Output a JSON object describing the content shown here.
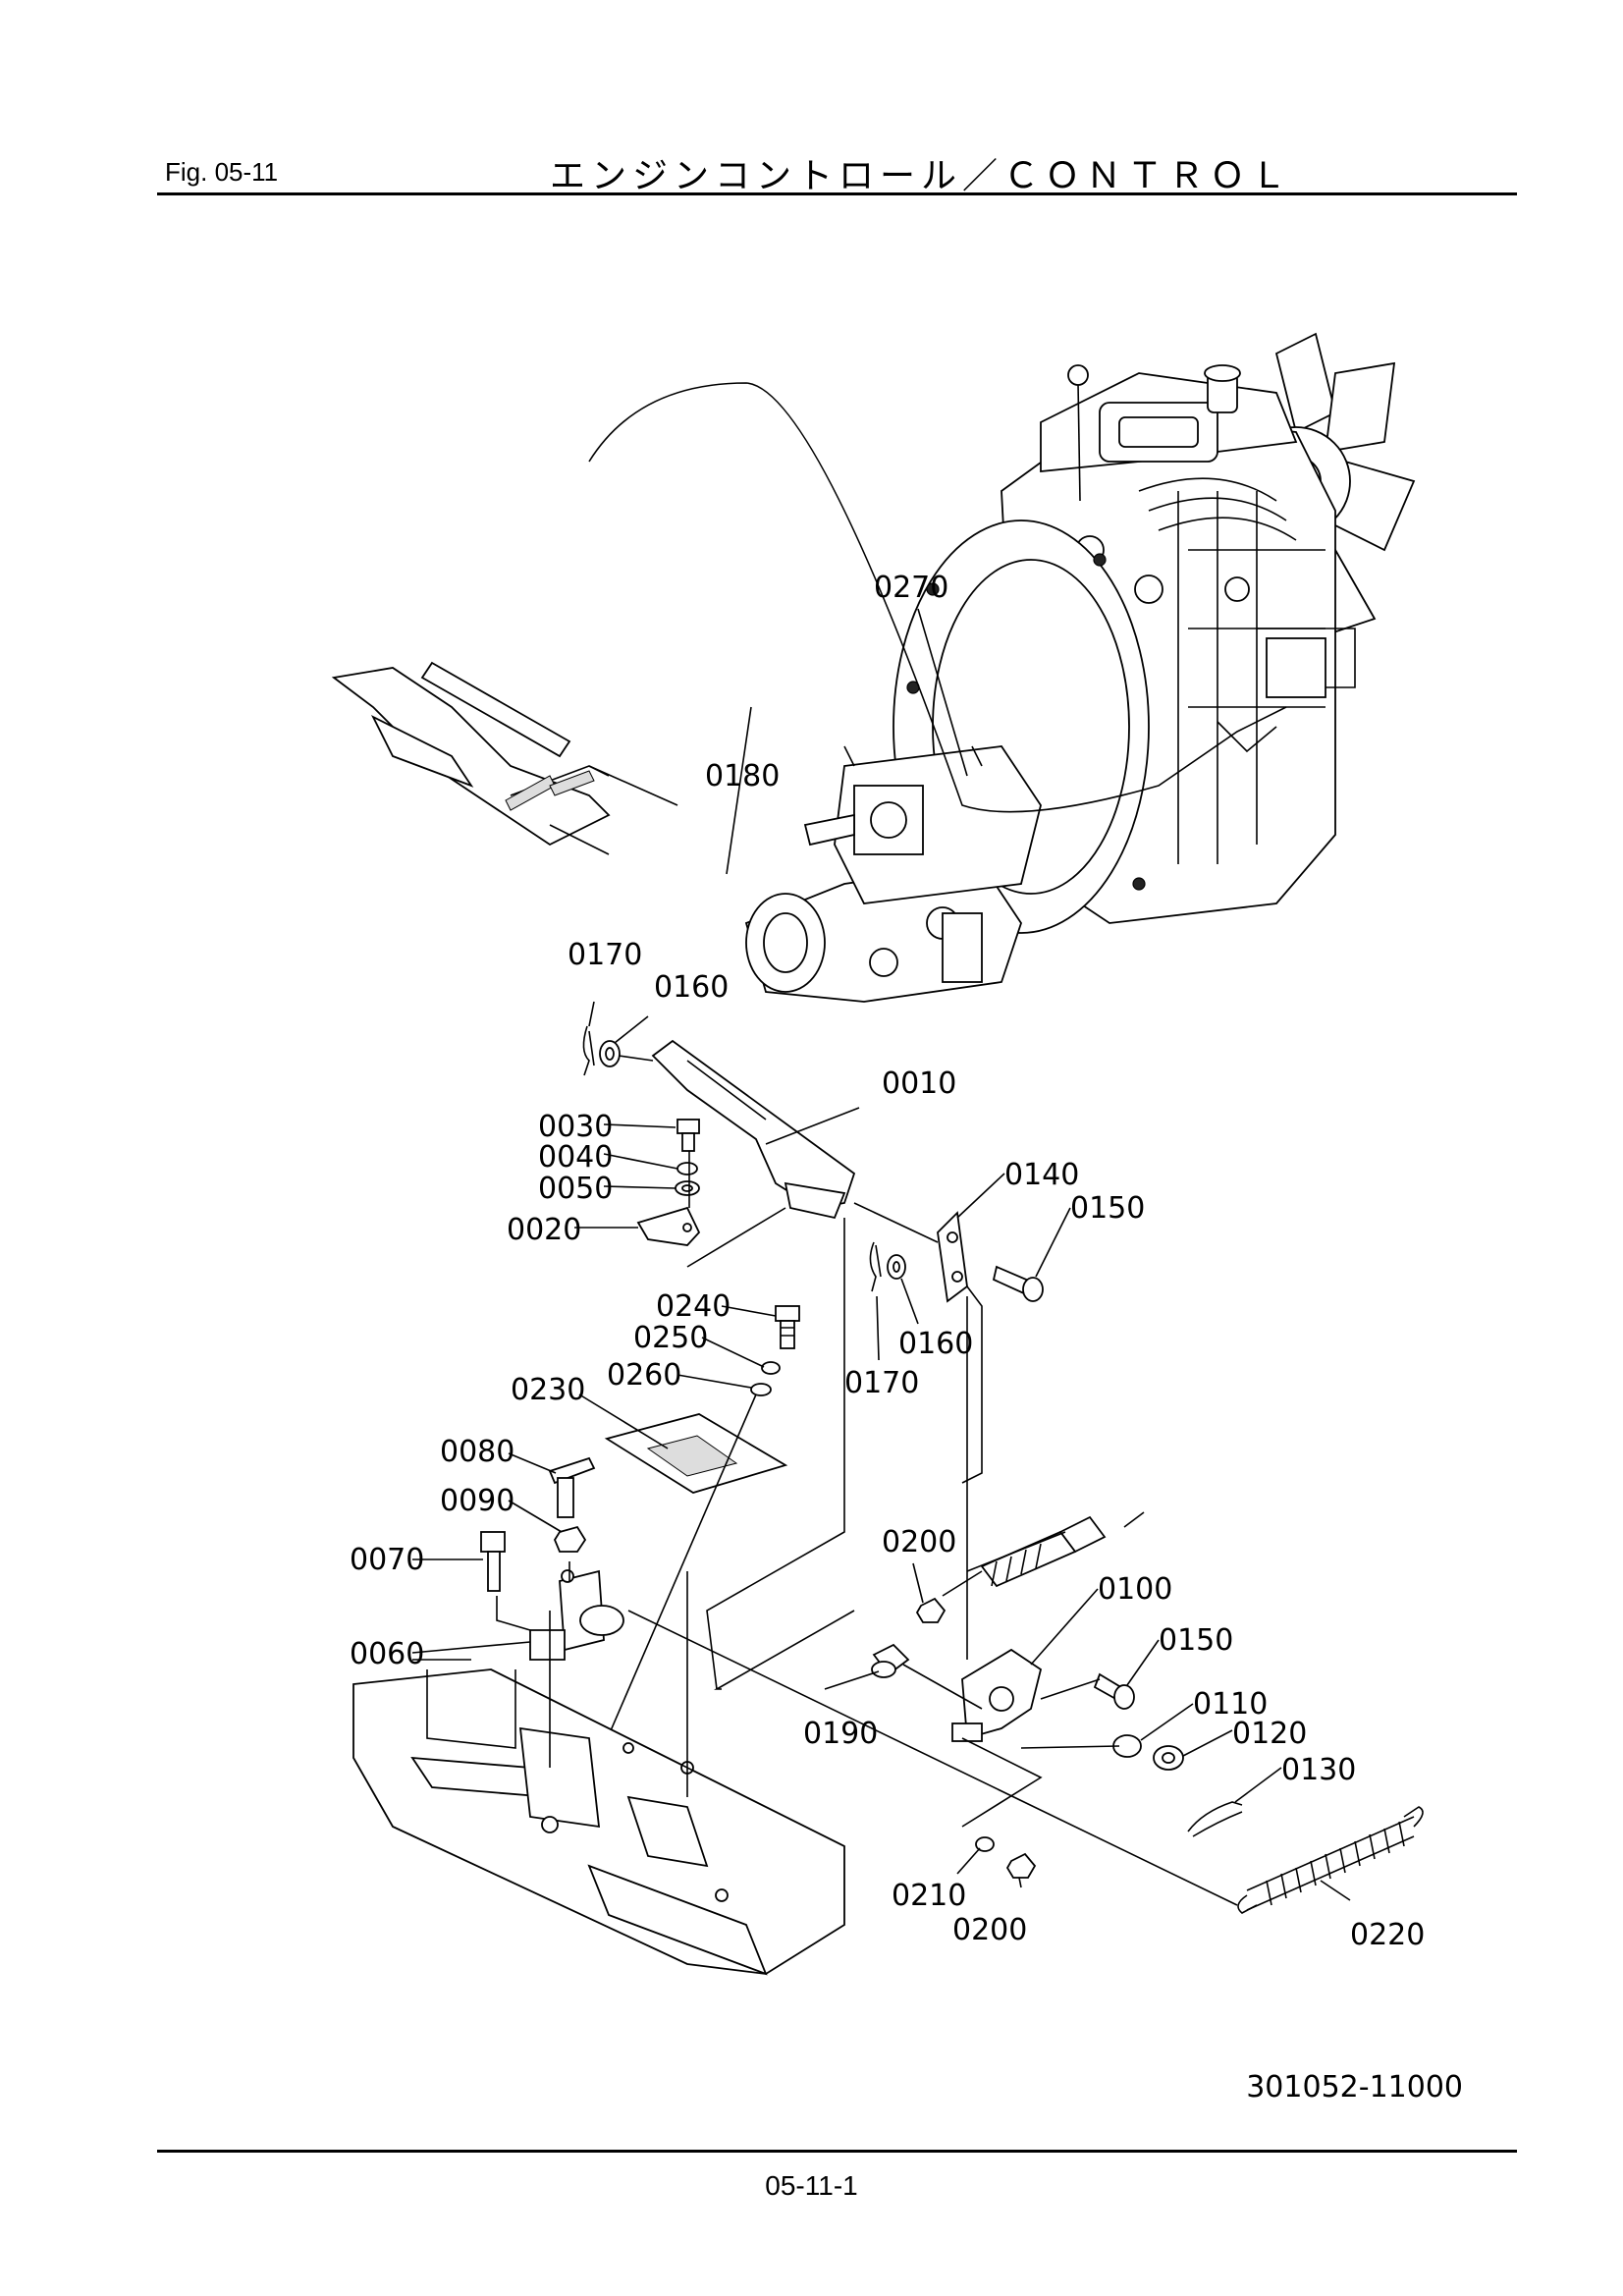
{
  "header": {
    "fig_label": "Fig.  05-11",
    "title": "エンジンコントロール／ＣＯＮＴＲＯＬ"
  },
  "diagram": {
    "callouts": [
      {
        "id": "c0270",
        "label": "0270"
      },
      {
        "id": "c0180",
        "label": "0180"
      },
      {
        "id": "c0170a",
        "label": "0170"
      },
      {
        "id": "c0160a",
        "label": "0160"
      },
      {
        "id": "c0010",
        "label": "0010"
      },
      {
        "id": "c0030",
        "label": "0030"
      },
      {
        "id": "c0040",
        "label": "0040"
      },
      {
        "id": "c0050",
        "label": "0050"
      },
      {
        "id": "c0020",
        "label": "0020"
      },
      {
        "id": "c0140",
        "label": "0140"
      },
      {
        "id": "c0150a",
        "label": "0150"
      },
      {
        "id": "c0160b",
        "label": "0160"
      },
      {
        "id": "c0170b",
        "label": "0170"
      },
      {
        "id": "c0240",
        "label": "0240"
      },
      {
        "id": "c0250",
        "label": "0250"
      },
      {
        "id": "c0260",
        "label": "0260"
      },
      {
        "id": "c0230",
        "label": "0230"
      },
      {
        "id": "c0080",
        "label": "0080"
      },
      {
        "id": "c0090",
        "label": "0090"
      },
      {
        "id": "c0070",
        "label": "0070"
      },
      {
        "id": "c0060",
        "label": "0060"
      },
      {
        "id": "c0200a",
        "label": "0200"
      },
      {
        "id": "c0100",
        "label": "0100"
      },
      {
        "id": "c0150b",
        "label": "0150"
      },
      {
        "id": "c0110",
        "label": "0110"
      },
      {
        "id": "c0120",
        "label": "0120"
      },
      {
        "id": "c0130",
        "label": "0130"
      },
      {
        "id": "c0190",
        "label": "0190"
      },
      {
        "id": "c0210",
        "label": "0210"
      },
      {
        "id": "c0200b",
        "label": "0200"
      },
      {
        "id": "c0220",
        "label": "0220"
      }
    ],
    "document_number": "301052-11000"
  },
  "footer": {
    "page_number": "05-11-1"
  }
}
